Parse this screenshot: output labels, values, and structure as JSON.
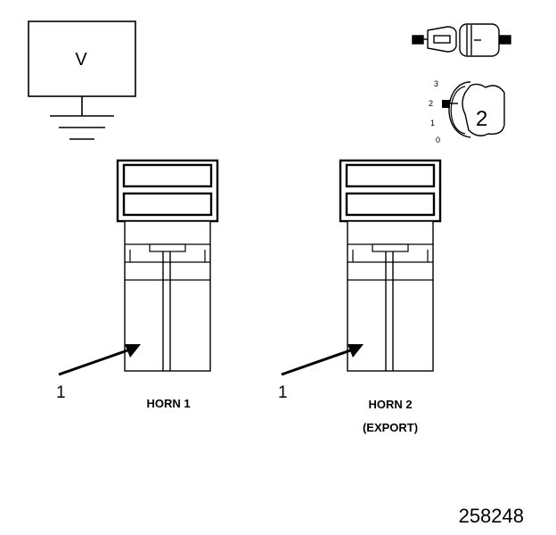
{
  "meter": {
    "symbol": "V"
  },
  "switch": {
    "positions": [
      "3",
      "2",
      "1",
      "0"
    ],
    "selected": "2"
  },
  "connectors": [
    {
      "label": "HORN 1",
      "sublabel": "",
      "callout": "1"
    },
    {
      "label": "HORN 2",
      "sublabel": "(EXPORT)",
      "callout": "1"
    }
  ],
  "figure_number": "258248",
  "colors": {
    "line": "#000000",
    "background": "#ffffff"
  }
}
